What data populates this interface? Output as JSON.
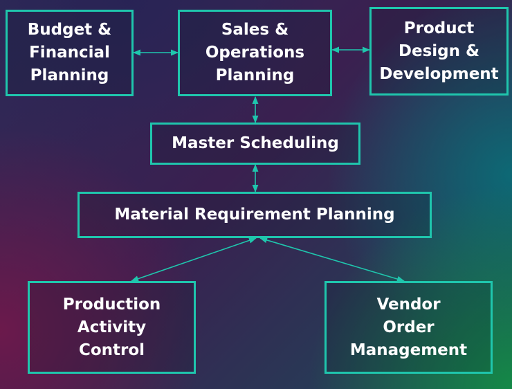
{
  "nodes": {
    "budget": "Budget &\nFinancial\nPlanning",
    "sales": "Sales &\nOperations\nPlanning",
    "product": "Product\nDesign &\nDevelopment",
    "master": "Master Scheduling",
    "mrp": "Material Requirement Planning",
    "production": "Production\nActivity\nControl",
    "vendor": "Vendor\nOrder\nManagement"
  },
  "colors": {
    "accent": "#1fc6ad",
    "text": "#ffffff"
  }
}
